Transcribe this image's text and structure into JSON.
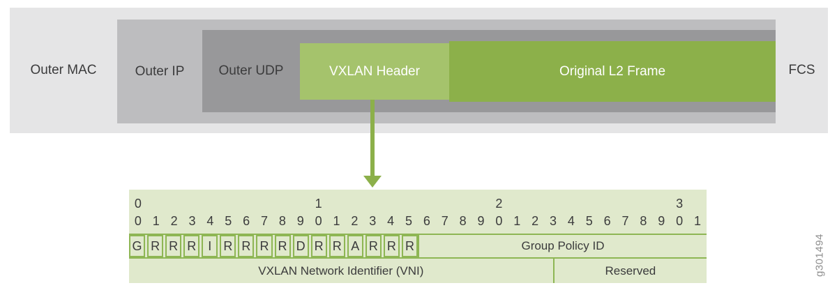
{
  "packet": {
    "outer_mac": "Outer MAC",
    "outer_ip": "Outer IP",
    "outer_udp": "Outer UDP",
    "vxlan_header": "VXLAN Header",
    "l2_frame": "Original L2 Frame",
    "fcs": "FCS"
  },
  "bit_table": {
    "tens_row": [
      "0",
      "",
      "",
      "",
      "",
      "",
      "",
      "",
      "",
      "",
      "1",
      "",
      "",
      "",
      "",
      "",
      "",
      "",
      "",
      "",
      "2",
      "",
      "",
      "",
      "",
      "",
      "",
      "",
      "",
      "",
      "3",
      ""
    ],
    "units_row": [
      "0",
      "1",
      "2",
      "3",
      "4",
      "5",
      "6",
      "7",
      "8",
      "9",
      "0",
      "1",
      "2",
      "3",
      "4",
      "5",
      "6",
      "7",
      "8",
      "9",
      "0",
      "1",
      "2",
      "3",
      "4",
      "5",
      "6",
      "7",
      "8",
      "9",
      "0",
      "1"
    ],
    "flags": [
      "G",
      "R",
      "R",
      "R",
      "I",
      "R",
      "R",
      "R",
      "R",
      "D",
      "R",
      "R",
      "A",
      "R",
      "R",
      "R"
    ],
    "group_policy_label": "Group Policy ID",
    "vni_label": "VXLAN Network Identifier (VNI)",
    "reserved_label": "Reserved"
  },
  "figure_number": "g301494",
  "colors": {
    "gray_light": "#e5e5e6",
    "gray_mid": "#bdbdbf",
    "gray_dark": "#98989a",
    "green_dark": "#8cb04a",
    "green_light": "#a5c36c",
    "green_pale": "#e0e9cc",
    "green_border": "#8eb654",
    "text_dark": "#3b3b3c",
    "fig_gray": "#8f8f8f"
  }
}
